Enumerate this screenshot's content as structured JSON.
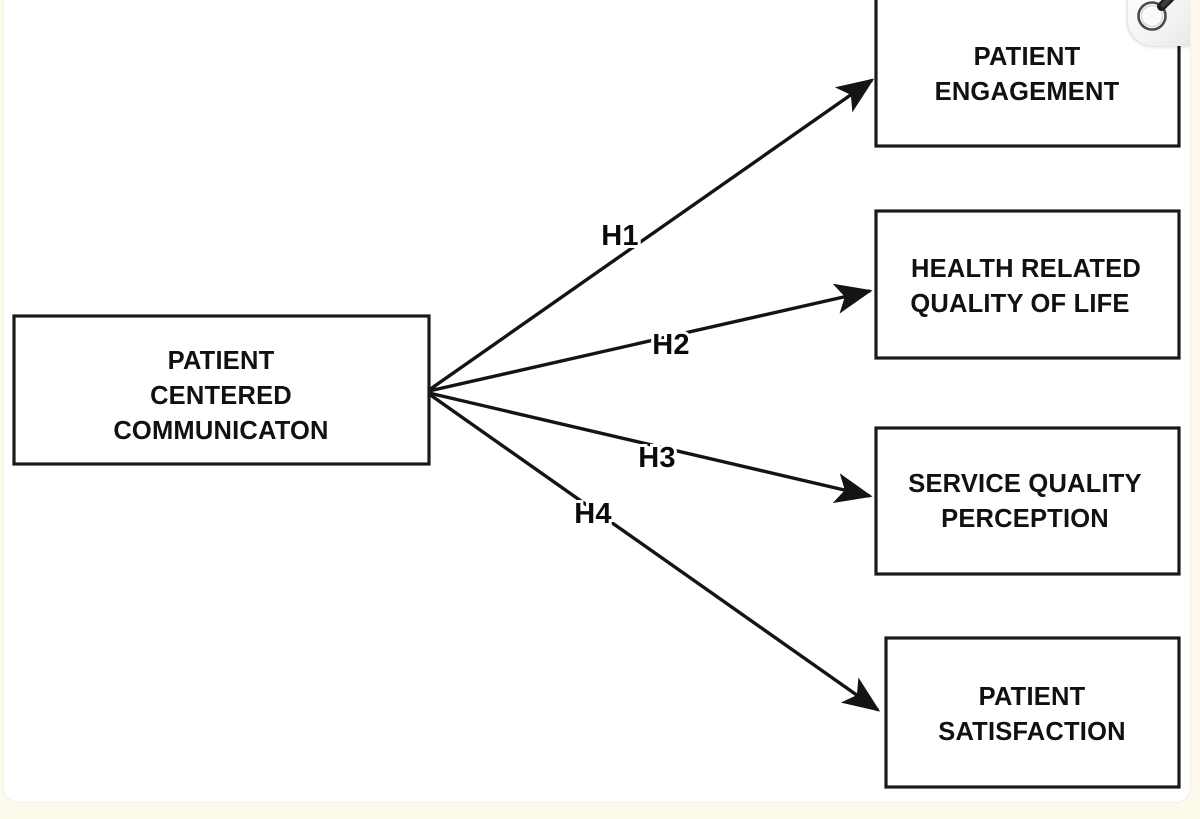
{
  "page": {
    "background_color": "#fdfaec",
    "card_color": "#ffffff",
    "line_color": "#141414",
    "text_color": "#111111"
  },
  "diagram": {
    "type": "conceptual-model",
    "source_node": {
      "id": "patient-centered-communication",
      "lines": [
        "PATIENT",
        "CENTERED",
        "COMMUNICATON"
      ]
    },
    "target_nodes": [
      {
        "id": "patient-engagement",
        "lines": [
          "PATIENT",
          "ENGAGEMENT"
        ]
      },
      {
        "id": "health-related-qol",
        "lines": [
          "HEALTH RELATED",
          "QUALITY OF LIFE"
        ]
      },
      {
        "id": "service-quality-perception",
        "lines": [
          "SERVICE QUALITY",
          "PERCEPTION"
        ]
      },
      {
        "id": "patient-satisfaction",
        "lines": [
          "PATIENT",
          "SATISFACTION"
        ]
      }
    ],
    "hypotheses": [
      {
        "id": "h1",
        "label": "H1",
        "from": "patient-centered-communication",
        "to": "patient-engagement"
      },
      {
        "id": "h2",
        "label": "H2",
        "from": "patient-centered-communication",
        "to": "health-related-qol"
      },
      {
        "id": "h3",
        "label": "H3",
        "from": "patient-centered-communication",
        "to": "service-quality-perception"
      },
      {
        "id": "h4",
        "label": "H4",
        "from": "patient-centered-communication",
        "to": "patient-satisfaction"
      }
    ]
  },
  "overlay": {
    "zoom_icon": "magnifier-icon"
  }
}
